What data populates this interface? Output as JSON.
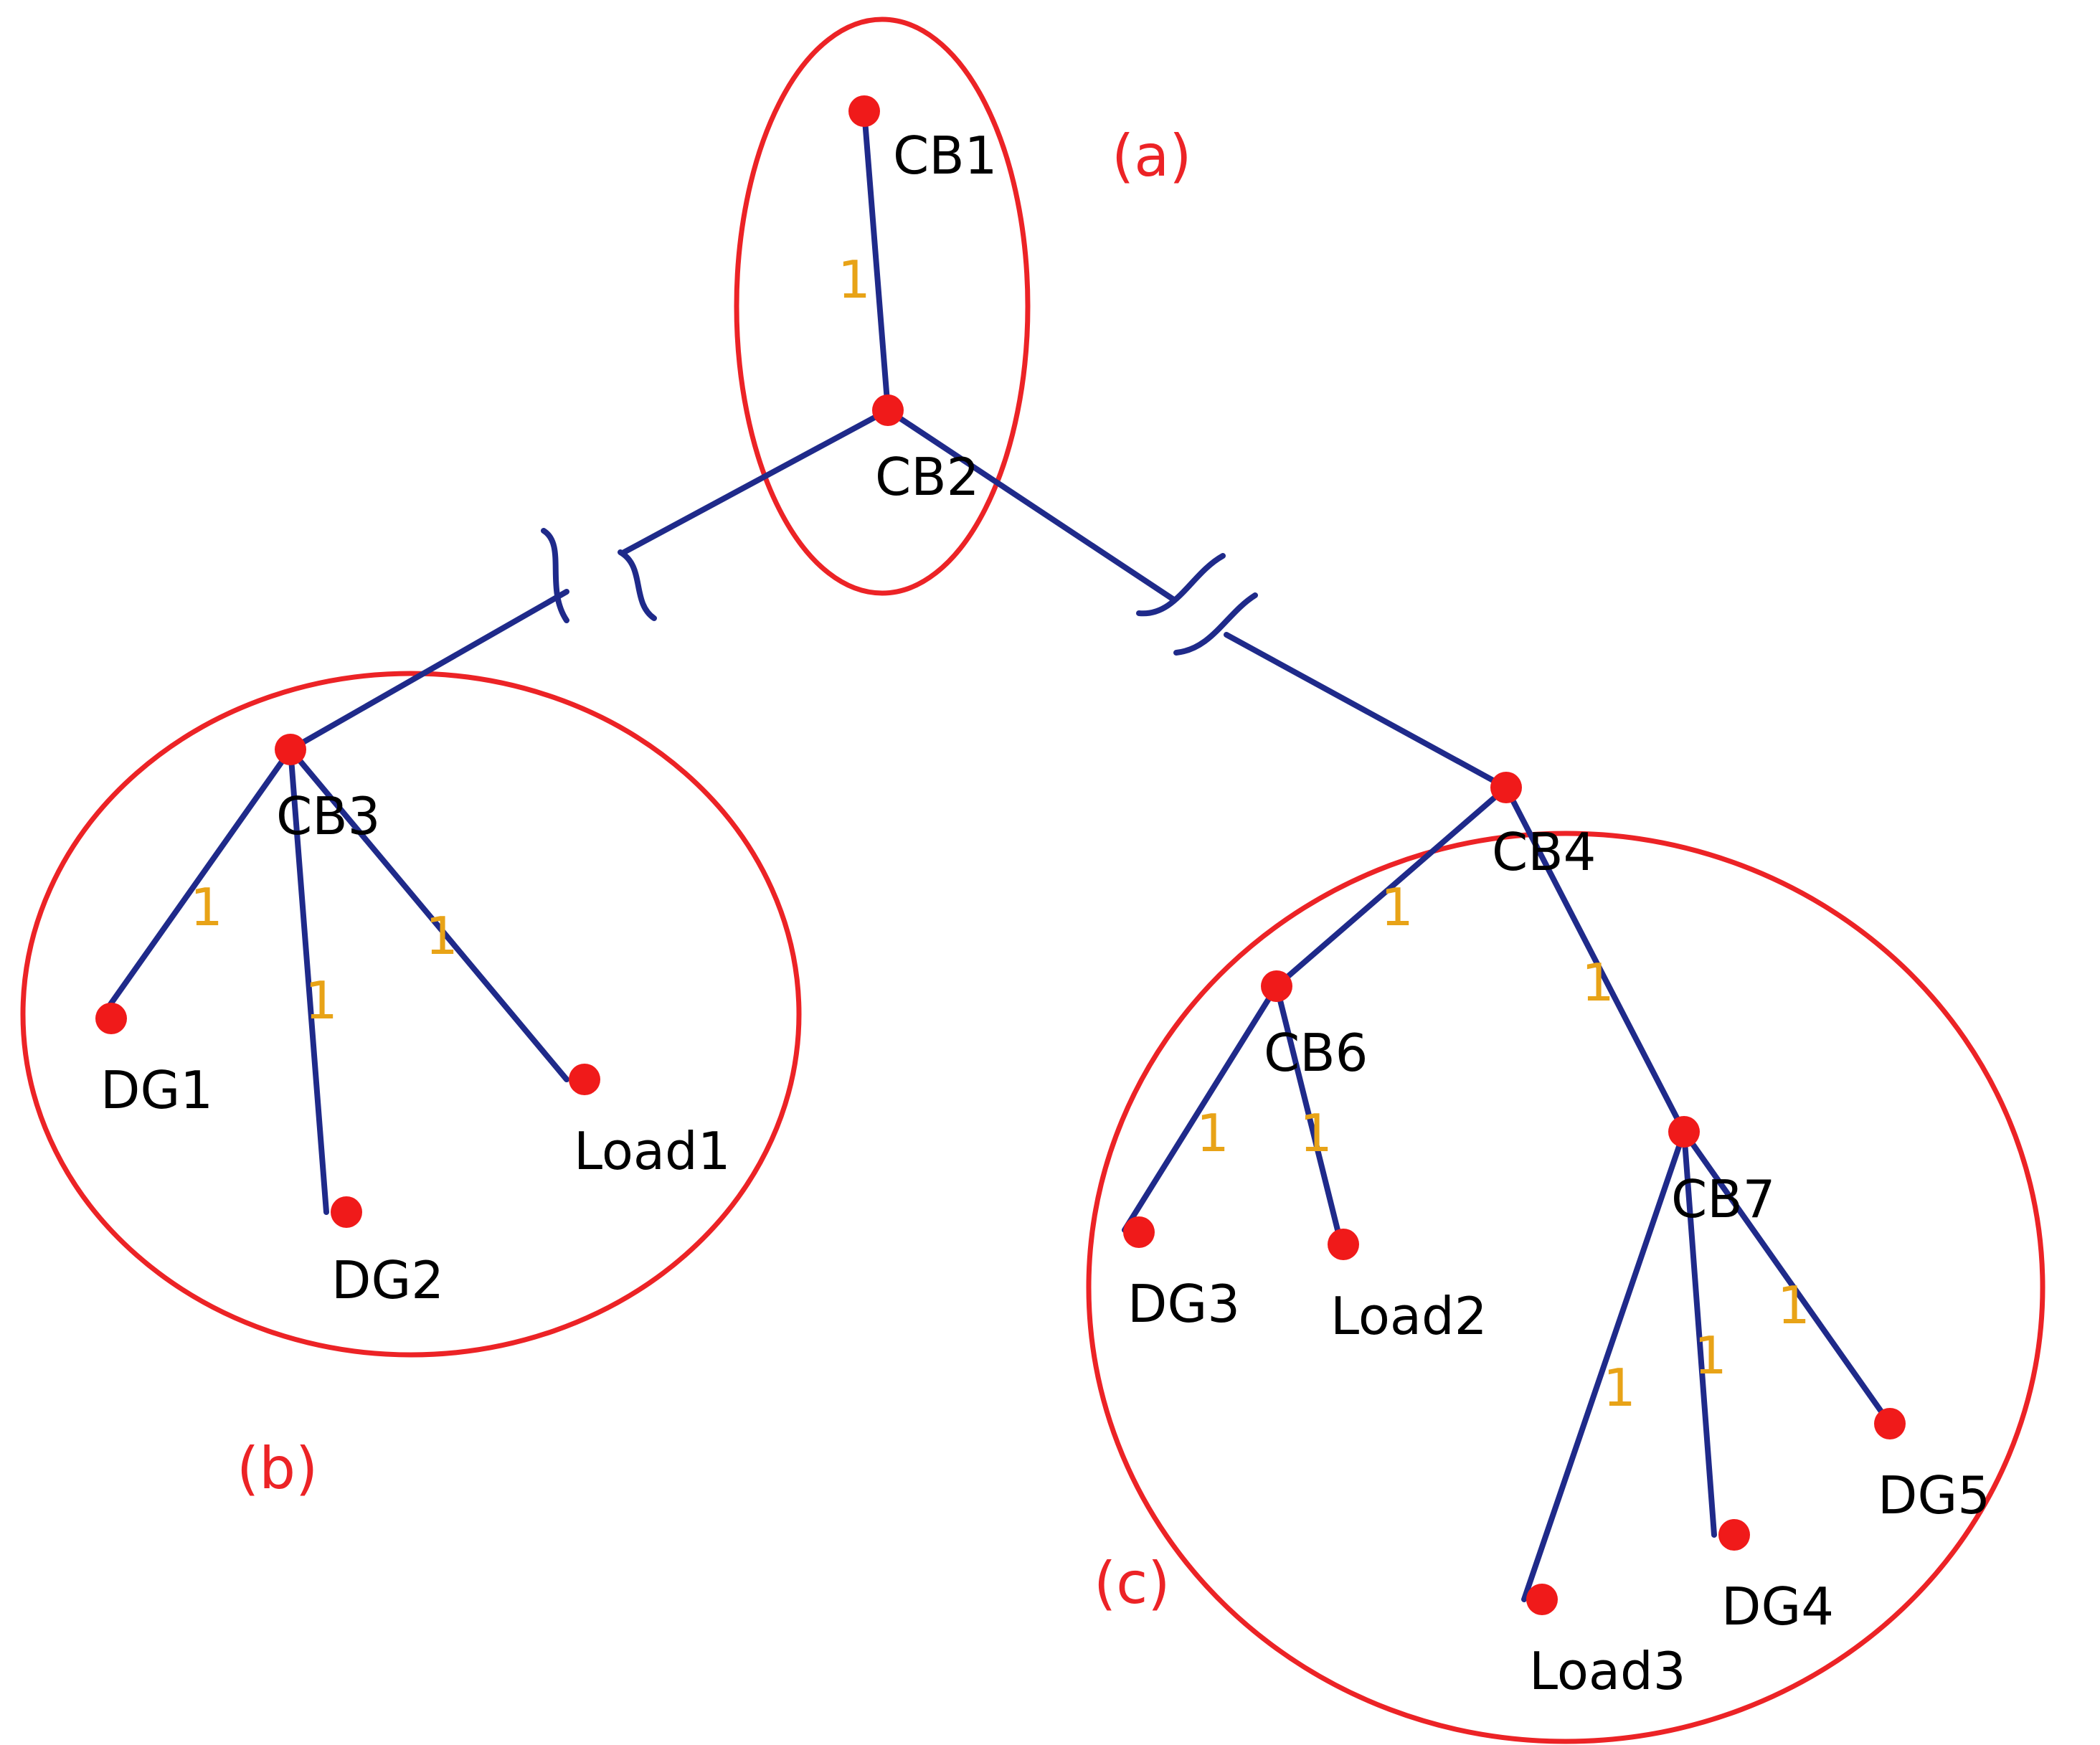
{
  "colors": {
    "edge": "#1f2a8a",
    "node": "#f01a1a",
    "region": "#ec2326",
    "weight": "#e8a317",
    "label": "#000000"
  },
  "regions": [
    {
      "id": "a",
      "label": "(a)"
    },
    {
      "id": "b",
      "label": "(b)"
    },
    {
      "id": "c",
      "label": "(c)"
    }
  ],
  "nodes": [
    {
      "id": "CB1",
      "label": "CB1"
    },
    {
      "id": "CB2",
      "label": "CB2"
    },
    {
      "id": "CB3",
      "label": "CB3"
    },
    {
      "id": "CB4",
      "label": "CB4"
    },
    {
      "id": "CB6",
      "label": "CB6"
    },
    {
      "id": "CB7",
      "label": "CB7"
    },
    {
      "id": "DG1",
      "label": "DG1"
    },
    {
      "id": "DG2",
      "label": "DG2"
    },
    {
      "id": "DG3",
      "label": "DG3"
    },
    {
      "id": "DG4",
      "label": "DG4"
    },
    {
      "id": "DG5",
      "label": "DG5"
    },
    {
      "id": "Load1",
      "label": "Load1"
    },
    {
      "id": "Load2",
      "label": "Load2"
    },
    {
      "id": "Load3",
      "label": "Load3"
    }
  ],
  "edges": [
    {
      "from": "CB1",
      "to": "CB2",
      "weight": "1"
    },
    {
      "from": "CB2",
      "to": "CB3",
      "weight": "",
      "broken": true
    },
    {
      "from": "CB2",
      "to": "CB4",
      "weight": "",
      "broken": true
    },
    {
      "from": "CB3",
      "to": "DG1",
      "weight": "1"
    },
    {
      "from": "CB3",
      "to": "DG2",
      "weight": "1"
    },
    {
      "from": "CB3",
      "to": "Load1",
      "weight": "1"
    },
    {
      "from": "CB4",
      "to": "CB6",
      "weight": "1"
    },
    {
      "from": "CB4",
      "to": "CB7",
      "weight": "1"
    },
    {
      "from": "CB6",
      "to": "DG3",
      "weight": "1"
    },
    {
      "from": "CB6",
      "to": "Load2",
      "weight": "1"
    },
    {
      "from": "CB7",
      "to": "Load3",
      "weight": "1"
    },
    {
      "from": "CB7",
      "to": "DG4",
      "weight": "1"
    },
    {
      "from": "CB7",
      "to": "DG5",
      "weight": "1"
    }
  ]
}
